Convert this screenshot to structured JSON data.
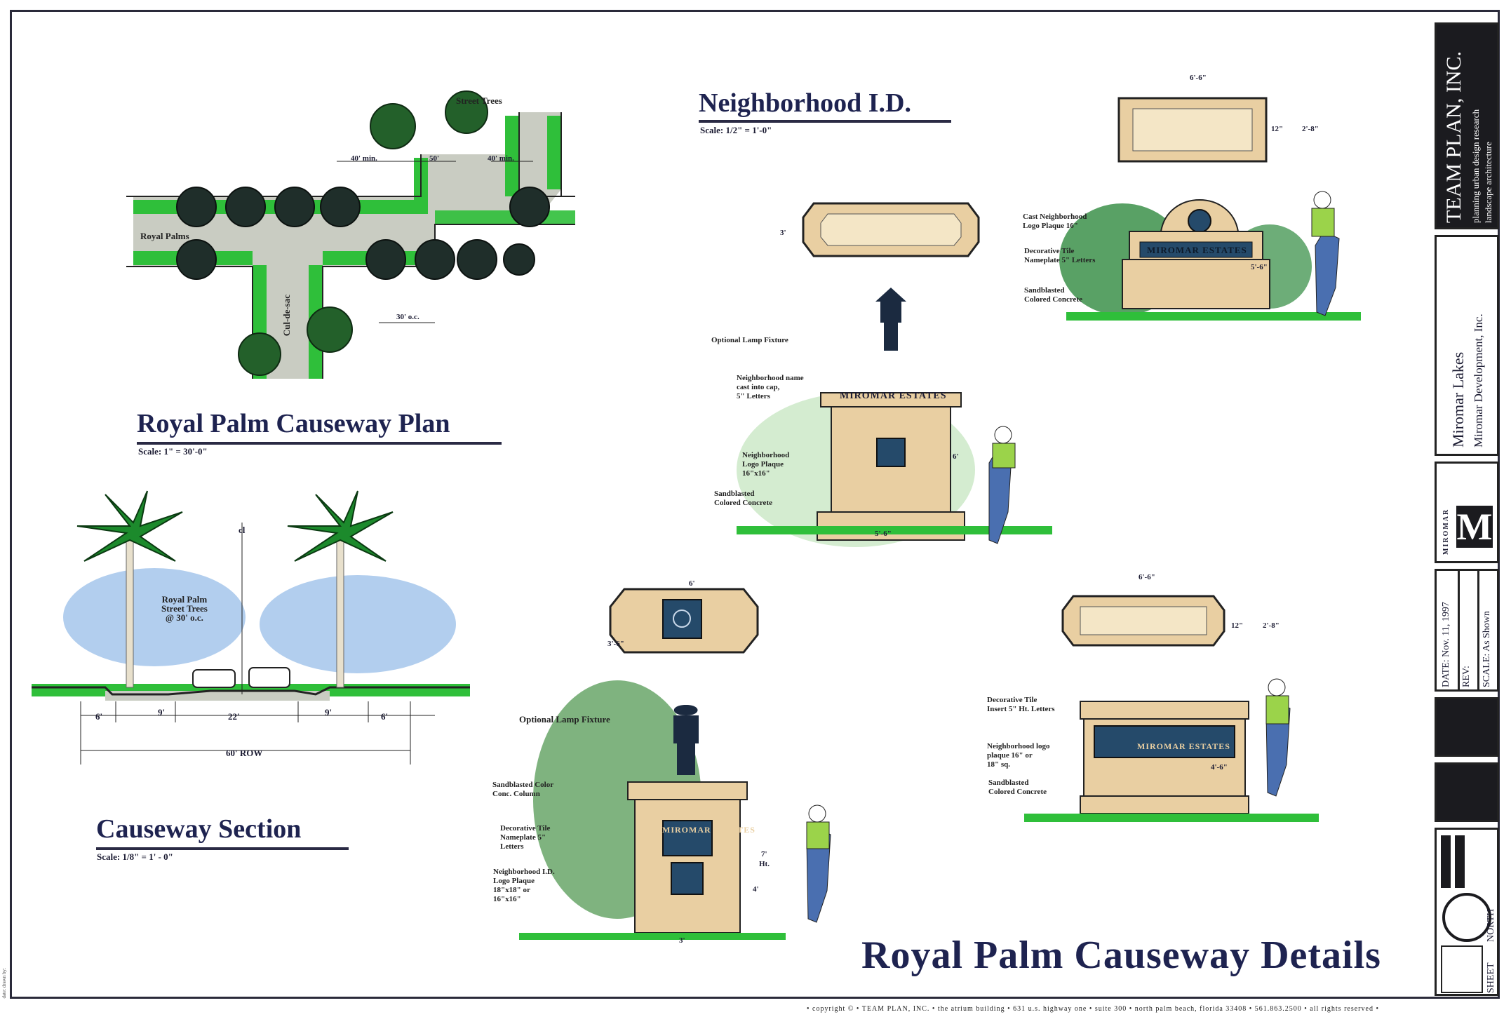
{
  "sheet_title": "Royal Palm Causeway Details",
  "plan": {
    "title": "Royal Palm Causeway Plan",
    "scale": "Scale: 1\" = 30'-0\"",
    "labels": {
      "street_trees": "Street Trees",
      "royal_palms": "Royal Palms",
      "cul_de_sac": "Cul-de-sac",
      "dim_40_left": "40' min.",
      "dim_50": "50'",
      "dim_40_right": "40' min.",
      "dim_30oc": "30' o.c."
    }
  },
  "section": {
    "title": "Causeway Section",
    "scale": "Scale: 1/8\" = 1' - 0\"",
    "labels": {
      "cl": "cl",
      "palm_note_1": "Royal Palm",
      "palm_note_2": "Street Trees",
      "palm_note_3": "@ 30' o.c.",
      "d6a": "6'",
      "d9a": "9'",
      "d22": "22'",
      "d9b": "9'",
      "d6b": "6'",
      "row": "60' ROW"
    }
  },
  "neighborhood": {
    "title": "Neighborhood I.D.",
    "scale": "Scale:      1/2\" = 1'-0\"",
    "sign_text": "MIROMAR ESTATES",
    "center": {
      "lamp": "Optional Lamp Fixture",
      "c1": [
        "Neighborhood name",
        "cast into cap,",
        "5\" Letters"
      ],
      "c2": [
        "Neighborhood",
        "Logo Plaque",
        "16\"x16\""
      ],
      "c3": [
        "Sandblasted",
        "Colored Concrete"
      ],
      "dim_w": "5'-6\"",
      "dim_h": "6'",
      "dim_cap": "3'"
    },
    "top_right": {
      "c1": [
        "Cast Neighborhood",
        "Logo Plaque 16\""
      ],
      "c2": [
        "Decorative Tile",
        "Nameplate 5\" Letters"
      ],
      "c3": [
        "Sandblasted",
        "Colored Concrete"
      ],
      "dim_w": "6'-6\"",
      "dim_12": "12\"",
      "dim_28": "2'-8\"",
      "dim_56": "5'-6\""
    },
    "bottom_left": {
      "lamp": "Optional Lamp Fixture",
      "c1": [
        "Sandblasted Color",
        "Conc. Column"
      ],
      "c2": [
        "Decorative Tile",
        "Nameplate 5\"",
        "Letters"
      ],
      "c3": [
        "Neighborhood I.D.",
        "Logo Plaque",
        "18\"x18\" or",
        "16\"x16\""
      ],
      "dim_w": "6'",
      "dim_36": "3'-6\"",
      "dim_7": "7'",
      "dim_ht": "Ht.",
      "dim_4": "4'",
      "dim_3": "3'"
    },
    "bottom_right": {
      "c1": [
        "Decorative Tile",
        "Insert 5\" Ht. Letters"
      ],
      "c2": [
        "Neighborhood logo",
        "plaque 16\" or",
        "18\" sq."
      ],
      "c3": [
        "Sandblasted",
        "Colored Concrete"
      ],
      "dim_w": "6'-6\"",
      "dim_12": "12\"",
      "dim_28": "2'-8\"",
      "dim_46": "4'-6\""
    }
  },
  "title_block": {
    "firm": "TEAM PLAN, INC.",
    "services_1": "planning   urban design   research",
    "services_2": "landscape   architecture",
    "project": "Miromar Lakes",
    "client": "Miromar Development, Inc.",
    "logo_word": "MIROMAR",
    "logo_letter": "M",
    "date": "DATE: Nov. 11, 1997",
    "rev": "REV:",
    "scale": "SCALE: As Shown",
    "north": "NORTH",
    "sheet": "SHEET"
  },
  "footer": "• copyright  ©  • TEAM  PLAN,  INC.  •  the atrium building  •  631  u.s.  highway one  •  suite  300  •  north  palm  beach,  florida     33408   •  561.863.2500   •  all  rights  reserved •",
  "drawn_by": "date: drawn by:",
  "colors": {
    "grass": "#2fbf3a",
    "paving": "#c9ccc2",
    "concrete": "#e9cfa2",
    "tile": "#254a6a",
    "sky": "#9fc2ea",
    "ink": "#1e2350"
  }
}
